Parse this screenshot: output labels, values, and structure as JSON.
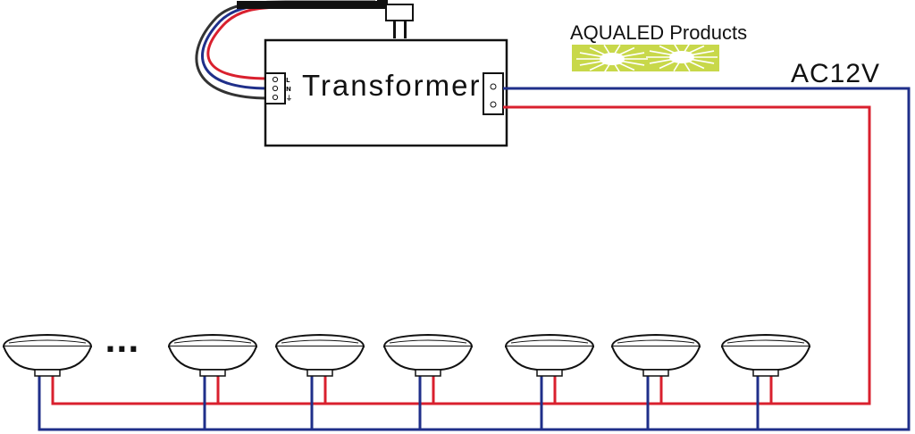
{
  "brand": {
    "name": "AQUALED Products",
    "sun_color": "#c8d84a"
  },
  "transformer": {
    "label": "Transformer",
    "input_terminals": [
      "L",
      "N",
      "⏚"
    ]
  },
  "output": {
    "voltage_label": "AC12V"
  },
  "wires": {
    "positive_color": "#d9202e",
    "negative_color": "#1f2f8a"
  },
  "lamps": {
    "continuation": "..."
  }
}
